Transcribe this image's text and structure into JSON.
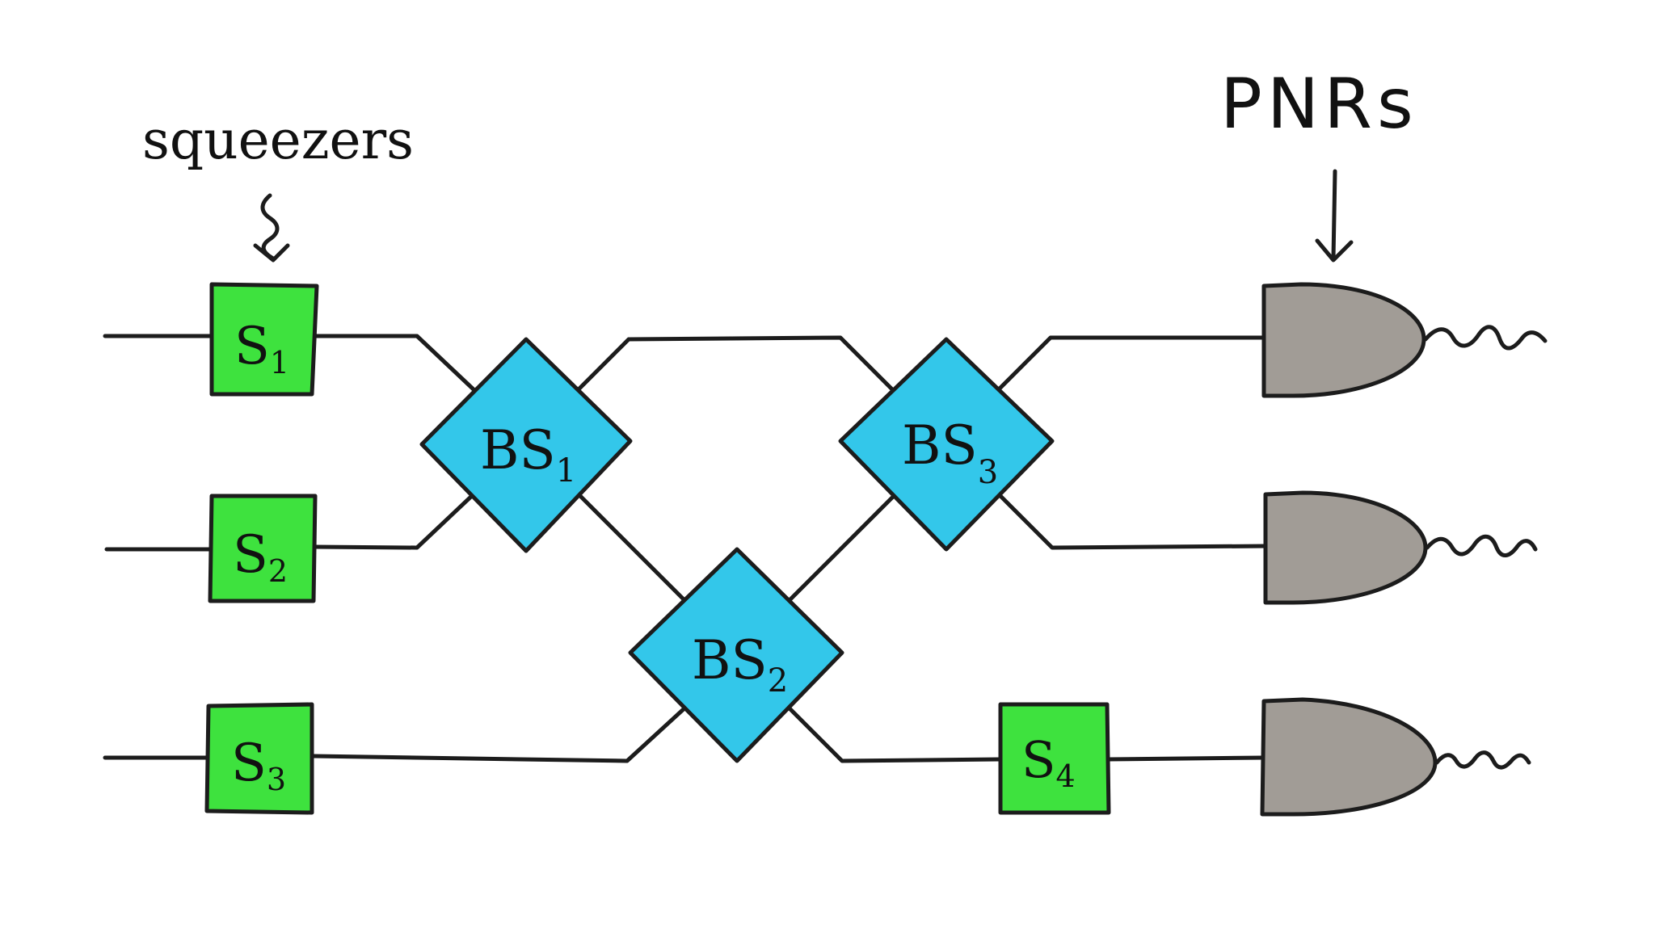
{
  "annotations": {
    "squeezers": "squeezers",
    "pnrs": "PNRs"
  },
  "squeezers": [
    {
      "base": "S",
      "sub": "1"
    },
    {
      "base": "S",
      "sub": "2"
    },
    {
      "base": "S",
      "sub": "3"
    },
    {
      "base": "S",
      "sub": "4"
    }
  ],
  "beam_splitters": [
    {
      "base": "BS",
      "sub": "1"
    },
    {
      "base": "BS",
      "sub": "2"
    },
    {
      "base": "BS",
      "sub": "3"
    }
  ],
  "colors": {
    "squeezer_fill": "#3ee23e",
    "beam_splitter_fill": "#33c7ea",
    "detector_fill": "#a19c96",
    "ink": "#1c1c1c"
  }
}
